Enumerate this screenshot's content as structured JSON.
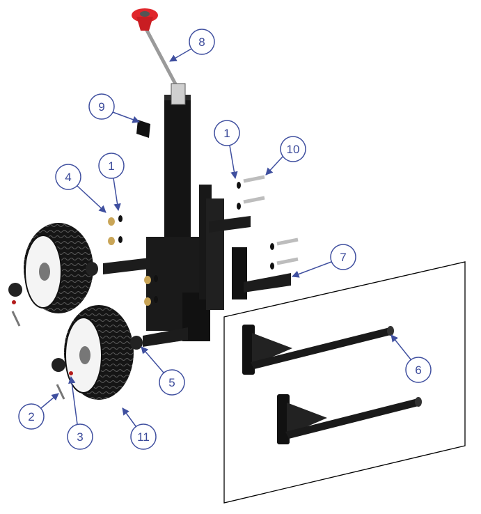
{
  "diagram": {
    "title": "Exploded assembly view of a two-wheel dolly / trailer mover",
    "callout_color": "#3f4f9f",
    "handle_knob_color": "#e0262b",
    "part_color": "#121212",
    "callouts": [
      {
        "id": "callout-8",
        "label": "8",
        "part": "handle"
      },
      {
        "id": "callout-9",
        "label": "9",
        "part": "label-plate"
      },
      {
        "id": "callout-4",
        "label": "4",
        "part": "lock-nut"
      },
      {
        "id": "callout-1a",
        "label": "1",
        "part": "washer"
      },
      {
        "id": "callout-1b",
        "label": "1",
        "part": "washer"
      },
      {
        "id": "callout-10",
        "label": "10",
        "part": "bolt"
      },
      {
        "id": "callout-7",
        "label": "7",
        "part": "axle-bracket"
      },
      {
        "id": "callout-6",
        "label": "6",
        "part": "alternate-axle-bracket"
      },
      {
        "id": "callout-5",
        "label": "5",
        "part": "spacer"
      },
      {
        "id": "callout-2",
        "label": "2",
        "part": "cotter-pin"
      },
      {
        "id": "callout-3",
        "label": "3",
        "part": "cap"
      },
      {
        "id": "callout-11",
        "label": "11",
        "part": "wheel"
      }
    ]
  }
}
